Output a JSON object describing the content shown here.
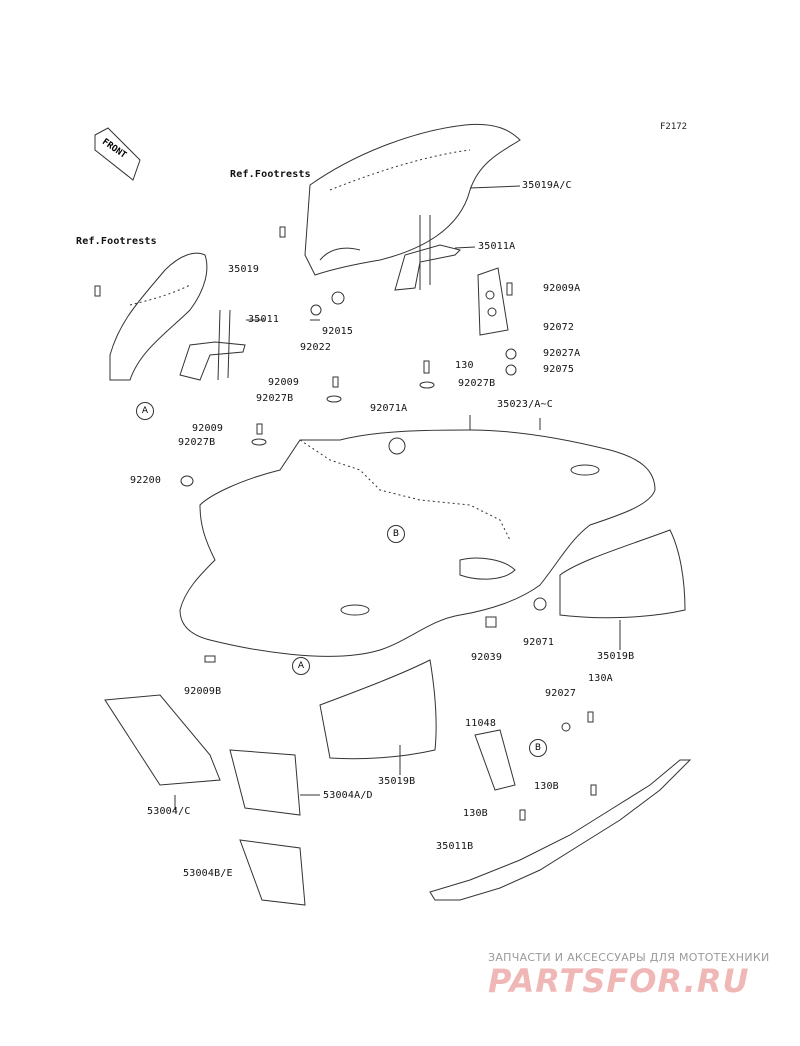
{
  "figure_code": "F2172",
  "front_label": "FRONT",
  "refs": {
    "footrests_top": "Ref.Footrests",
    "footrests_left": "Ref.Footrests"
  },
  "parts": {
    "p35019AC": "35019A/C",
    "p35011A": "35011A",
    "p35019": "35019",
    "p35011": "35011",
    "p92015": "92015",
    "p92022": "92022",
    "p92009A": "92009A",
    "p92072": "92072",
    "p92027A": "92027A",
    "p92075": "92075",
    "p130a": "130",
    "p92027B_top": "92027B",
    "p92009_1": "92009",
    "p92027B_1": "92027B",
    "p92071A": "92071A",
    "p35023": "35023/A~C",
    "p92009_2": "92009",
    "p92027B_2": "92027B",
    "p92200": "92200",
    "p92071": "92071",
    "p92039": "92039",
    "p35019B_r": "35019B",
    "p92009B": "92009B",
    "p92027": "92027",
    "p130A": "130A",
    "p11048": "11048",
    "p35019B_b": "35019B",
    "p130B_1": "130B",
    "p130B_2": "130B",
    "p53004C": "53004/C",
    "p53004AD": "53004A/D",
    "p35011B": "35011B",
    "p53004BE": "53004B/E"
  },
  "markers": {
    "a1": "A",
    "a2": "A",
    "b1": "B",
    "b2": "B"
  },
  "watermark": {
    "subtitle": "ЗАПЧАСТИ И АКСЕССУАРЫ ДЛЯ МОТОТЕХНИКИ",
    "brand": "PARTSFOR.RU"
  },
  "colors": {
    "line": "#333333",
    "watermark_text": "#f0b7b7"
  }
}
